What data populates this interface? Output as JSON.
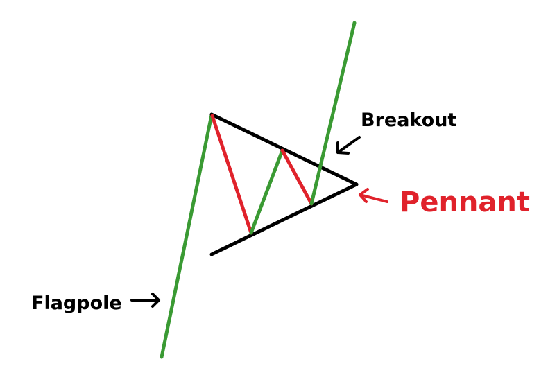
{
  "labels": {
    "breakout": "Breakout",
    "pennant": "Pennant",
    "flagpole": "Flagpole"
  },
  "colors": {
    "up_move": "#3a9a33",
    "down_move": "#e0222b",
    "pennant_lines": "#000000",
    "pennant_label": "#e0222b",
    "text": "#000000"
  }
}
